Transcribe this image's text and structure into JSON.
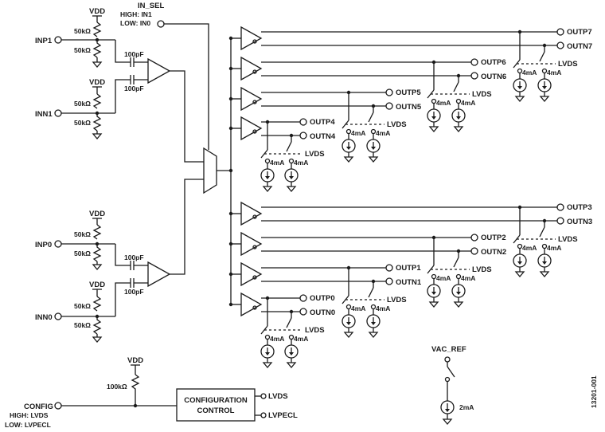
{
  "labels": {
    "vdd": "VDD",
    "r50k": "50kΩ",
    "r100k": "100kΩ",
    "cap": "100pF",
    "current4": "4mA",
    "current2": "2mA",
    "lvds": "LVDS",
    "lvpecl": "LVPECL",
    "vac_ref": "VAC_REF",
    "in_sel": "IN_SEL",
    "in_sel_high": "HIGH: IN1",
    "in_sel_low": "LOW: IN0",
    "inp1": "INP1",
    "inn1": "INN1",
    "inp0": "INP0",
    "inn0": "INN0",
    "config": "CONFIG",
    "config_high": "HIGH: LVDS",
    "config_low": "LOW: LVPECL",
    "config_block_line1": "CONFIGURATION",
    "config_block_line2": "CONTROL",
    "figure_id": "13201-001"
  },
  "outputs": {
    "p7": "OUTP7",
    "n7": "OUTN7",
    "p6": "OUTP6",
    "n6": "OUTN6",
    "p5": "OUTP5",
    "n5": "OUTN5",
    "p4": "OUTP4",
    "n4": "OUTN4",
    "p3": "OUTP3",
    "n3": "OUTN3",
    "p2": "OUTP2",
    "n2": "OUTN2",
    "p1": "OUTP1",
    "n1": "OUTN1",
    "p0": "OUTP0",
    "n0": "OUTN0"
  }
}
